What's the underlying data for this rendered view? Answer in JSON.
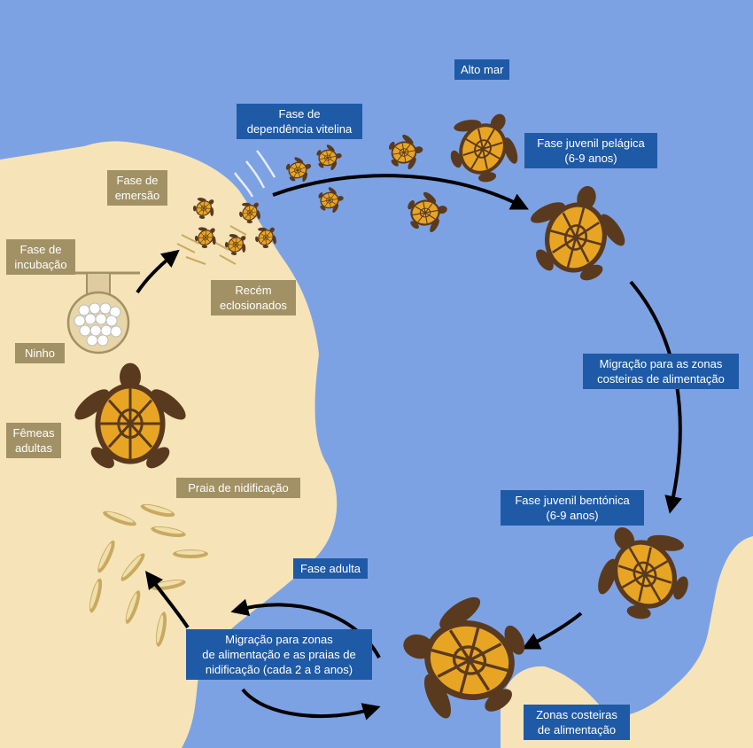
{
  "colors": {
    "sand": "#f6e4b8",
    "ocean": "#7da2e4",
    "label_ocean": "#1f5aa6",
    "label_beach": "#a29165",
    "turtle_shell": "#e8a524",
    "turtle_body": "#5a3a1e"
  },
  "labels": {
    "alto_mar": "Alto mar",
    "dependencia_l1": "Fase de",
    "dependencia_l2": "dependência vitelina",
    "juvenil_pelagica_l1": "Fase juvenil pelágica",
    "juvenil_pelagica_l2": "(6-9 anos)",
    "emersao_l1": "Fase de",
    "emersao_l2": "emersão",
    "incubacao_l1": "Fase de",
    "incubacao_l2": "incubação",
    "recem_l1": "Recém",
    "recem_l2": "eclosionados",
    "ninho": "Ninho",
    "migracao_costeira_l1": "Migração para as zonas",
    "migracao_costeira_l2": "costeiras de alimentação",
    "femeas_l1": "Fêmeas",
    "femeas_l2": "adultas",
    "praia": "Praia de nidificação",
    "juvenil_bentonica_l1": "Fase juvenil bentónica",
    "juvenil_bentonica_l2": "(6-9 anos)",
    "fase_adulta": "Fase adulta",
    "migracao_alim_l1": "Migração para zonas",
    "migracao_alim_l2": "de alimentação e as praias de",
    "migracao_alim_l3": "nidificação (cada 2 a 8 anos)",
    "zonas_costeiras_l1": "Zonas costeiras",
    "zonas_costeiras_l2": "de alimentação"
  }
}
